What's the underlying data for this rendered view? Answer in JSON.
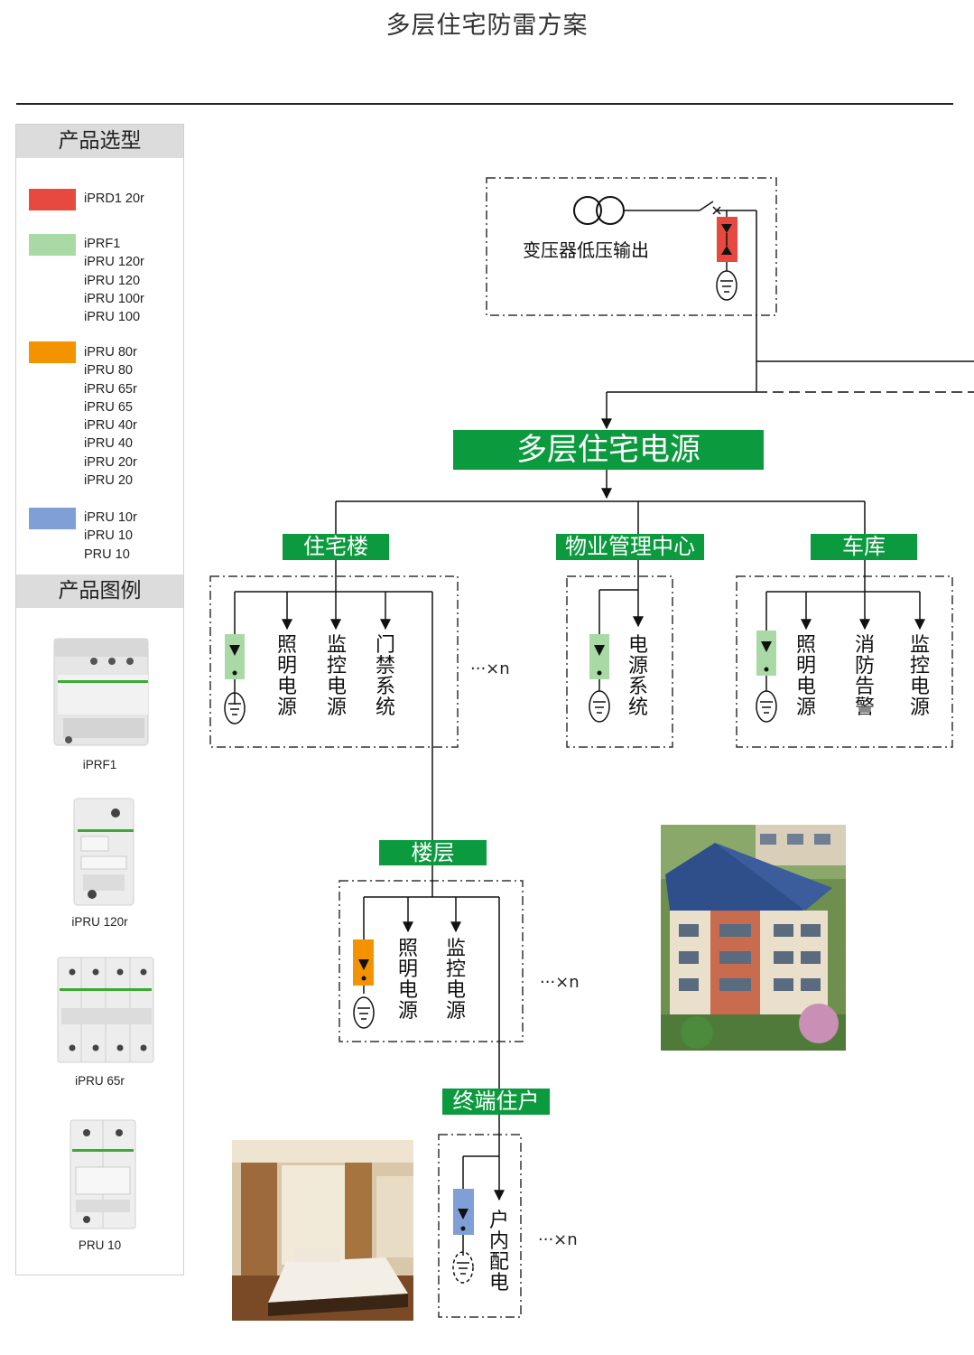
{
  "page": {
    "title": "多层住宅防雷方案"
  },
  "sidebar": {
    "selection_header": "产品选型",
    "legend_header": "产品图例",
    "groups": [
      {
        "color": "#e8493f",
        "models": [
          "iPRD1 20r"
        ]
      },
      {
        "color": "#a9d9a4",
        "models": [
          "iPRF1",
          "iPRU 120r",
          "iPRU 120",
          "iPRU 100r",
          "iPRU 100"
        ]
      },
      {
        "color": "#f39300",
        "models": [
          "iPRU 80r",
          "iPRU 80",
          "iPRU 65r",
          "iPRU 65",
          "iPRU 40r",
          "iPRU 40",
          "iPRU 20r",
          "iPRU 20"
        ]
      },
      {
        "color": "#7f9fd6",
        "models": [
          "iPRU 10r",
          "iPRU 10",
          "PRU 10"
        ]
      }
    ],
    "products": [
      {
        "caption": "iPRF1"
      },
      {
        "caption": "iPRU 120r"
      },
      {
        "caption": "iPRU 65r"
      },
      {
        "caption": "PRU 10"
      }
    ]
  },
  "diagram": {
    "transformer_label": "变压器低压输出",
    "main_label": "多层住宅电源",
    "residential": {
      "label": "住宅楼",
      "loads": [
        "照明电源",
        "监控电源",
        "门禁系统"
      ],
      "repeat": "···×n"
    },
    "property": {
      "label": "物业管理中心",
      "loads": [
        "电源系统"
      ]
    },
    "garage": {
      "label": "车库",
      "loads": [
        "照明电源",
        "消防告警",
        "监控电源"
      ]
    },
    "floor": {
      "label": "楼层",
      "loads": [
        "照明电源",
        "监控电源"
      ],
      "repeat": "···×n"
    },
    "household": {
      "label": "终端住户",
      "loads": [
        "户内配电"
      ],
      "repeat": "···×n"
    }
  },
  "colors": {
    "green": "#0c9a3f",
    "red": "#e8493f",
    "light_green": "#a9d9a4",
    "orange": "#f39300",
    "blue": "#7f9fd6"
  }
}
